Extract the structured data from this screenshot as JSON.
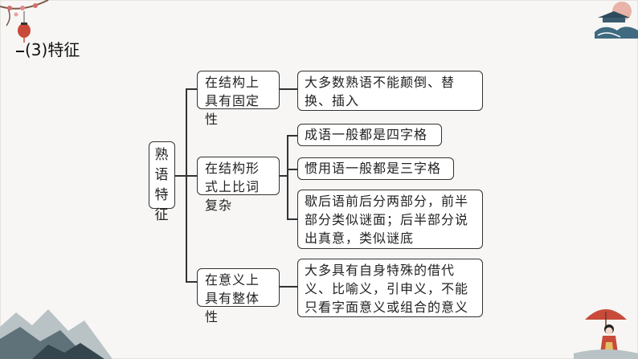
{
  "title": "(3)特征",
  "diagram": {
    "root": "熟语特征",
    "branches": [
      {
        "label": "在结构上具有固定性",
        "leaves": [
          "大多数熟语不能颠倒、替换、插入"
        ]
      },
      {
        "label": "在结构形式上比词复杂",
        "leaves": [
          "成语一般都是四字格",
          "惯用语一般都是三字格",
          "歇后语前后分两部分，前半部分类似谜面；后半部分说出真意，类似谜底"
        ]
      },
      {
        "label": "在意义上具有整体性",
        "leaves": [
          "大多具有自身特殊的借代义、比喻义，引申义，不能只看字面意义或组合的意义"
        ]
      }
    ]
  },
  "colors": {
    "background": "#f7f6f4",
    "border": "#333333",
    "box_fill": "#ffffff"
  },
  "icons": [
    "plum-blossom-lantern-decoration",
    "pagoda-cloud-decoration",
    "mountain-decoration",
    "woman-umbrella-decoration"
  ]
}
